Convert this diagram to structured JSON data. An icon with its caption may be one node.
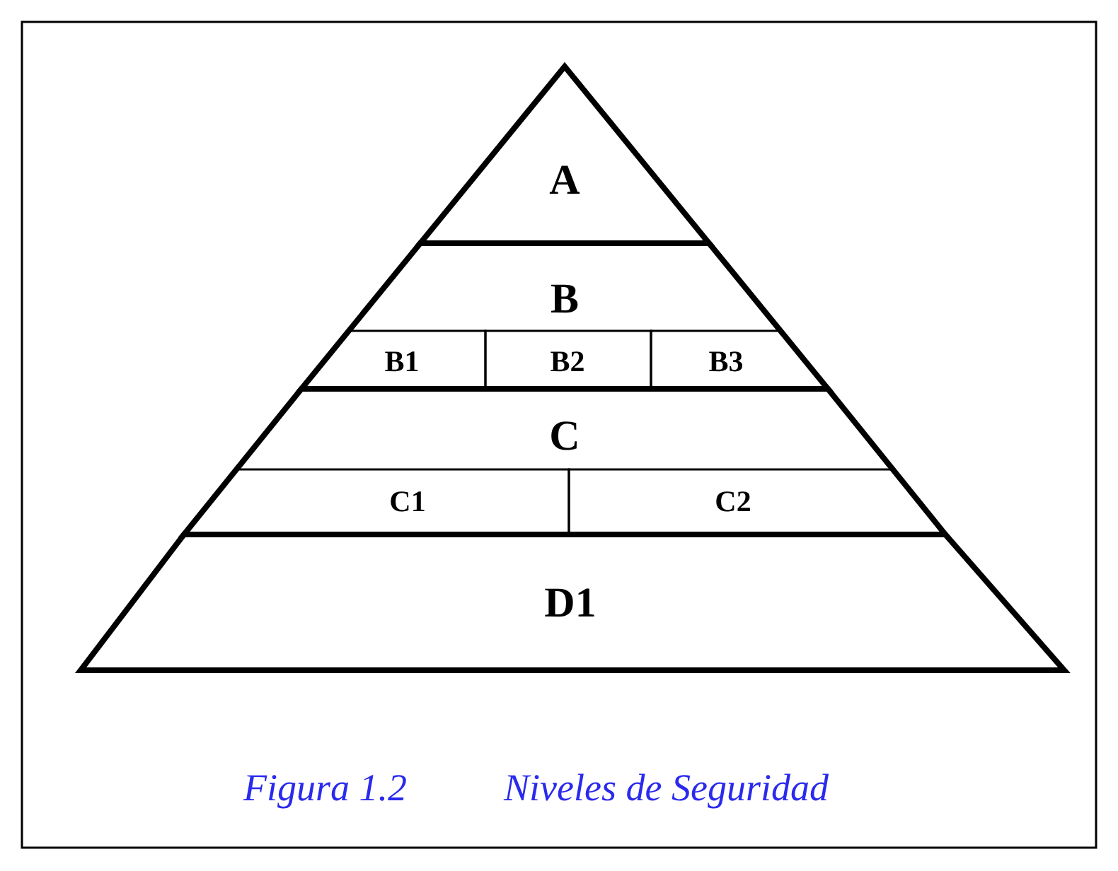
{
  "diagram": {
    "nodes": [
      {
        "text": [
          "A"
        ]
      },
      {
        "text": [
          "B"
        ]
      },
      {
        "text": [
          "B1"
        ],
        "in": 1
      },
      {
        "text": [
          "B2"
        ],
        "in": 1
      },
      {
        "text": [
          "B3"
        ],
        "in": 1
      },
      {
        "text": [
          "C"
        ]
      },
      {
        "text": [
          "C1"
        ],
        "in": 5
      },
      {
        "text": [
          "C2"
        ],
        "in": 5
      },
      {
        "text": [
          "D1"
        ]
      }
    ],
    "labels": [
      "Figura 1.2",
      "Niveles de Seguridad"
    ]
  }
}
